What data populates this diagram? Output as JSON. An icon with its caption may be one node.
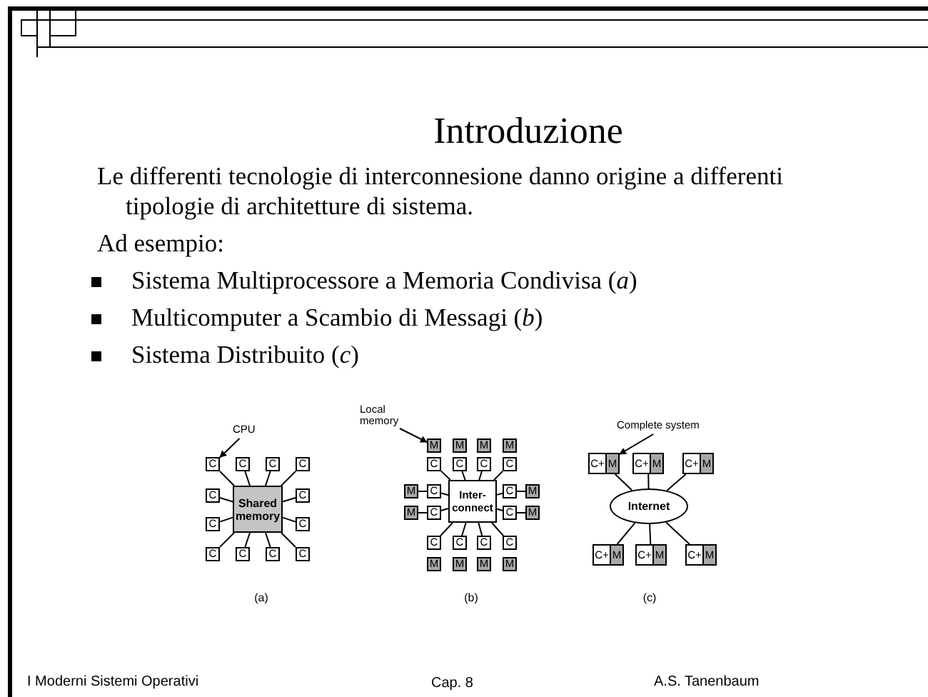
{
  "diagram": {
    "title": "Introduzione",
    "nodes": [
      {
        "text": [
          "CPU"
        ]
      },
      {
        "text": [
          "C"
        ]
      },
      {
        "text": [
          "C"
        ]
      },
      {
        "text": [
          "C"
        ]
      },
      {
        "text": [
          "C"
        ]
      },
      {
        "text": [
          "C"
        ]
      },
      {
        "text": [
          "Shared memory"
        ]
      },
      {
        "text": [
          "C"
        ]
      },
      {
        "text": [
          "C"
        ]
      },
      {
        "text": [
          "C"
        ]
      },
      {
        "text": [
          "C"
        ]
      },
      {
        "text": [
          "C"
        ]
      },
      {
        "text": [
          "C"
        ]
      },
      {
        "text": [
          "C"
        ]
      },
      {
        "text": [
          "Local memory"
        ]
      },
      {
        "text": [
          "M"
        ]
      },
      {
        "text": [
          "M"
        ]
      },
      {
        "text": [
          "M"
        ]
      },
      {
        "text": [
          "M"
        ]
      },
      {
        "text": [
          "C"
        ]
      },
      {
        "text": [
          "C"
        ]
      },
      {
        "text": [
          "C"
        ]
      },
      {
        "text": [
          "C"
        ]
      },
      {
        "text": [
          "M"
        ]
      },
      {
        "text": [
          "C"
        ]
      },
      {
        "text": [
          "Inter- connect"
        ]
      },
      {
        "text": [
          "C"
        ]
      },
      {
        "text": [
          "M"
        ]
      },
      {
        "text": [
          "M"
        ]
      },
      {
        "text": [
          "C"
        ]
      },
      {
        "text": [
          "C"
        ]
      },
      {
        "text": [
          "M"
        ]
      },
      {
        "text": [
          "C"
        ]
      },
      {
        "text": [
          "C"
        ]
      },
      {
        "text": [
          "C"
        ]
      },
      {
        "text": [
          "C"
        ]
      },
      {
        "text": [
          "M"
        ]
      },
      {
        "text": [
          "M"
        ]
      },
      {
        "text": [
          "M"
        ]
      },
      {
        "text": [
          "M"
        ]
      },
      {
        "text": [
          "Complete system"
        ]
      },
      {
        "text": [
          "C+",
          "M"
        ]
      },
      {
        "text": [
          "C+",
          "M"
        ]
      },
      {
        "text": [
          "C+",
          "M"
        ]
      },
      {
        "text": [
          "Internet"
        ]
      },
      {
        "text": [
          "C+",
          "M"
        ]
      },
      {
        "text": [
          "C+",
          "M"
        ]
      },
      {
        "text": [
          "C+",
          "M"
        ]
      }
    ],
    "edges": [
      {
        "from": 0,
        "to": 1,
        "arrow": "to"
      },
      {
        "from": 1,
        "to": 6,
        "arrow": "none"
      },
      {
        "from": 2,
        "to": 6,
        "arrow": "none"
      },
      {
        "from": 3,
        "to": 6,
        "arrow": "none"
      },
      {
        "from": 4,
        "to": 6,
        "arrow": "none"
      },
      {
        "from": 5,
        "to": 6,
        "arrow": "none"
      },
      {
        "from": 7,
        "to": 6,
        "arrow": "none"
      },
      {
        "from": 8,
        "to": 6,
        "arrow": "none"
      },
      {
        "from": 9,
        "to": 6,
        "arrow": "none"
      },
      {
        "from": 10,
        "to": 6,
        "arrow": "none"
      },
      {
        "from": 11,
        "to": 6,
        "arrow": "none"
      },
      {
        "from": 12,
        "to": 6,
        "arrow": "none"
      },
      {
        "from": 13,
        "to": 6,
        "arrow": "none"
      },
      {
        "from": 14,
        "to": 15,
        "arrow": "to"
      },
      {
        "from": 19,
        "to": 25,
        "arrow": "none"
      },
      {
        "from": 20,
        "to": 25,
        "arrow": "none"
      },
      {
        "from": 21,
        "to": 25,
        "arrow": "none"
      },
      {
        "from": 22,
        "to": 25,
        "arrow": "none"
      },
      {
        "from": 24,
        "to": 25,
        "arrow": "none"
      },
      {
        "from": 26,
        "to": 25,
        "arrow": "none"
      },
      {
        "from": 29,
        "to": 25,
        "arrow": "none"
      },
      {
        "from": 30,
        "to": 25,
        "arrow": "none"
      },
      {
        "from": 32,
        "to": 25,
        "arrow": "none"
      },
      {
        "from": 33,
        "to": 25,
        "arrow": "none"
      },
      {
        "from": 34,
        "to": 25,
        "arrow": "none"
      },
      {
        "from": 35,
        "to": 25,
        "arrow": "none"
      },
      {
        "from": 23,
        "to": 24,
        "arrow": "none"
      },
      {
        "from": 26,
        "to": 27,
        "arrow": "none"
      },
      {
        "from": 28,
        "to": 29,
        "arrow": "none"
      },
      {
        "from": 30,
        "to": 31,
        "arrow": "none"
      },
      {
        "from": 40,
        "to": 41,
        "arrow": "to"
      },
      {
        "from": 41,
        "to": 44,
        "arrow": "none"
      },
      {
        "from": 42,
        "to": 44,
        "arrow": "none"
      },
      {
        "from": 43,
        "to": 44,
        "arrow": "none"
      },
      {
        "from": 45,
        "to": 44,
        "arrow": "none"
      },
      {
        "from": 46,
        "to": 44,
        "arrow": "none"
      },
      {
        "from": 47,
        "to": 44,
        "arrow": "none"
      }
    ],
    "labels": [
      "Le differenti tecnologie di interconnesione danno origine a differenti tipologie di architetture di sistema.",
      "Ad esempio:",
      "Sistema Multiprocessore a Memoria Condivisa (*a*)",
      "Multicomputer a Scambio di Messagi (*b*)",
      "Sistema Distribuito (*c*)",
      "(a)",
      "(b)",
      "(c)",
      "I Moderni Sistemi Operativi",
      "Cap. 8",
      "A.S. Tanenbaum"
    ]
  }
}
